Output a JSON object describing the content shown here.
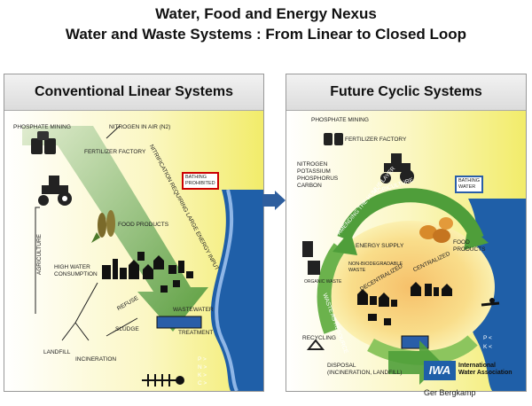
{
  "title_line1": "Water, Food and Energy Nexus",
  "title_line2": "Water and Waste Systems : From Linear to Closed Loop",
  "left": {
    "heading": "Conventional Linear Systems",
    "phosphate_mining": "PHOSPHATE MINING",
    "nitrogen": "NITROGEN IN AIR (N2)",
    "fertilizer_factory": "FERTILIZER FACTORY",
    "nitrification": "NITRIFICATION REQUIRING LARGE ENERGY INPUT",
    "bathing_line1": "BATHING",
    "bathing_line2": "PROHIBITED",
    "food_products": "FOOD PRODUCTS",
    "agriculture": "AGRICULTURE",
    "high_water_line1": "HIGH WATER",
    "high_water_line2": "CONSUMPTION",
    "refuse": "REFUSE",
    "wastewater": "WASTEWATER",
    "sludge": "SLUDGE",
    "treatment": "TREATMENT",
    "landfill": "LANDFILL",
    "incineration": "INCINERATION",
    "river_codes": [
      "P >",
      "N >",
      "K >",
      "C >"
    ]
  },
  "right": {
    "heading": "Future Cyclic Systems",
    "phosphate_mining": "PHOSPHATE MINING",
    "fertilizer_factory": "FERTILIZER FACTORY",
    "nutrients": [
      "NITROGEN",
      "POTASSIUM",
      "PHOSPHORUS",
      "CARBON"
    ],
    "agriculture": "AGRICULTURE",
    "bathing_line1": "BATHING",
    "bathing_line2": "WATER",
    "amending": "AMENDING THE HUMUS LAYER",
    "food_line1": "FOOD",
    "food_line2": "PRODUCTS",
    "energy_supply": "ENERGY SUPPLY",
    "organic_waste": "ORGANIC WASTE",
    "nonbio_line1": "NON-BIODEGRADABLE",
    "nonbio_line2": "WASTE",
    "decentralized": "DECENTRALIZED",
    "centralized": "CENTRALIZED",
    "waste_as_resource": "WASTE AS RESOURCE",
    "recycling": "RECYCLING",
    "disposal_line1": "DISPOSAL",
    "disposal_line2": "(INCINERATION, LANDFILL)",
    "river_codes": [
      "P <",
      "K <"
    ]
  },
  "logo": {
    "abbr": "IWA",
    "name_line1": "International",
    "name_line2": "Water Association"
  },
  "credit": "Ger Bergkamp",
  "colors": {
    "river": "#1f5fa8",
    "yellow_bg": "#fbf6b0",
    "green_arrow": "#4f9e3a",
    "arrow_mid": "#2e5e9e"
  }
}
